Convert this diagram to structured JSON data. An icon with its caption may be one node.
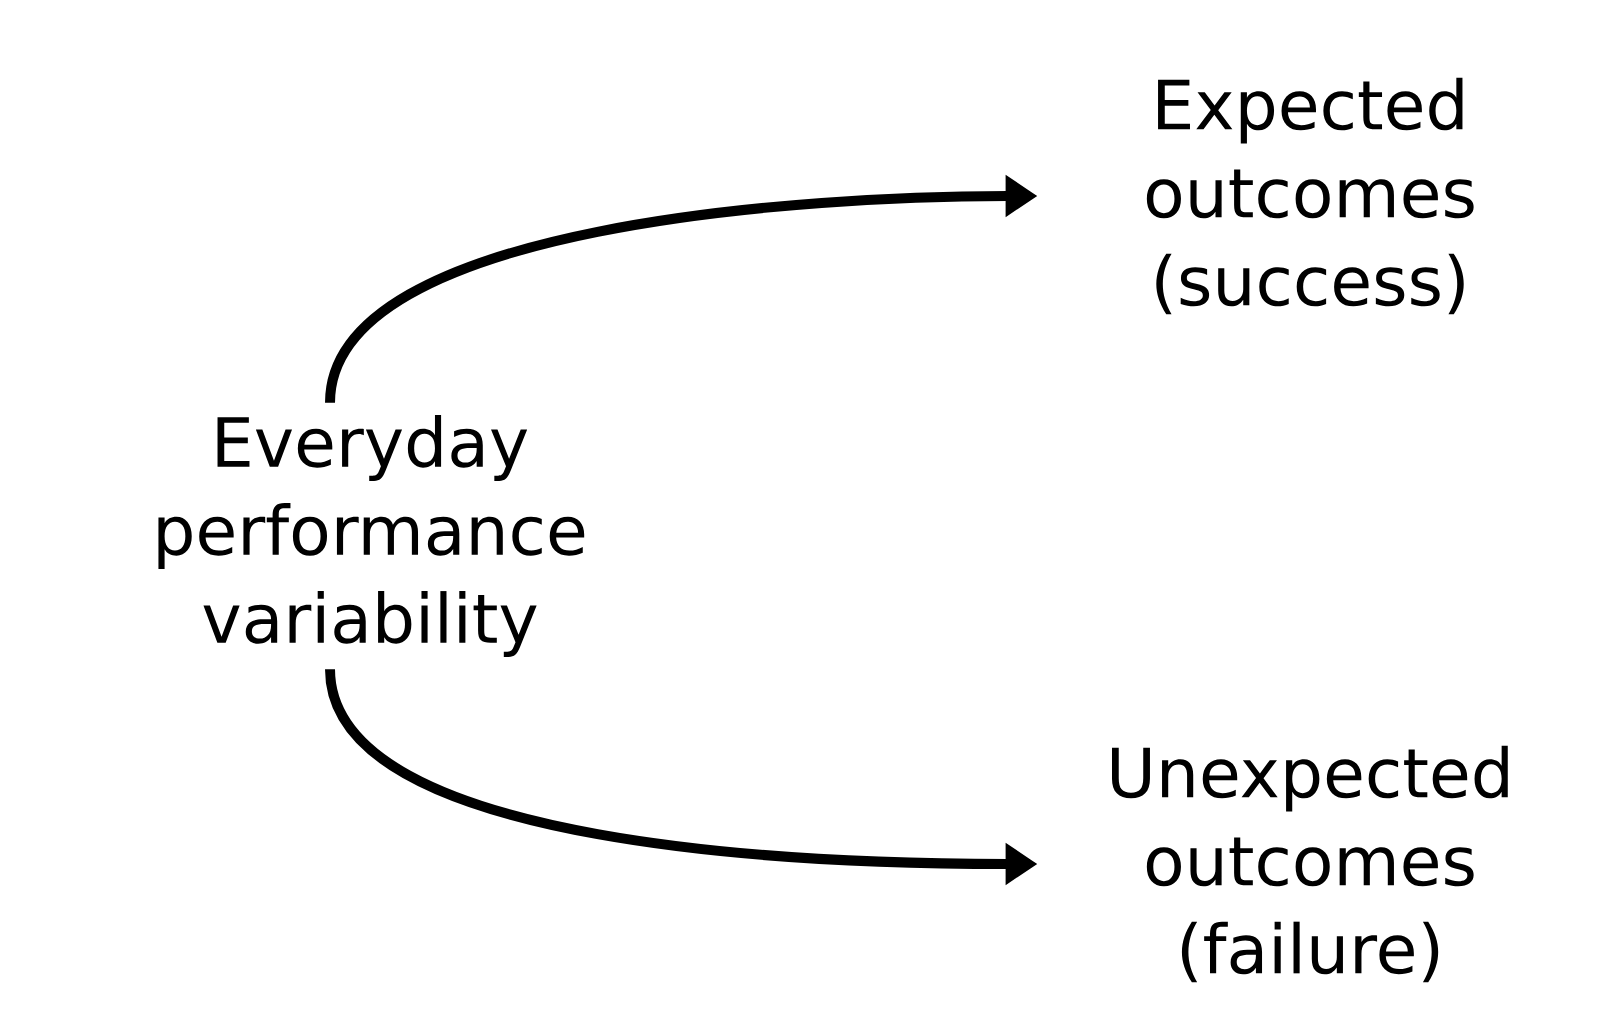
{
  "diagram": {
    "nodes": [
      {
        "text": [
          "Everyday performance variability"
        ]
      },
      {
        "text": [
          "Expected outcomes (success)"
        ]
      },
      {
        "text": [
          "Unexpected outcomes (failure)"
        ]
      }
    ],
    "edges": [
      {
        "from": 0,
        "to": 1,
        "arrow": "to"
      },
      {
        "from": 0,
        "to": 2,
        "arrow": "to"
      }
    ]
  }
}
